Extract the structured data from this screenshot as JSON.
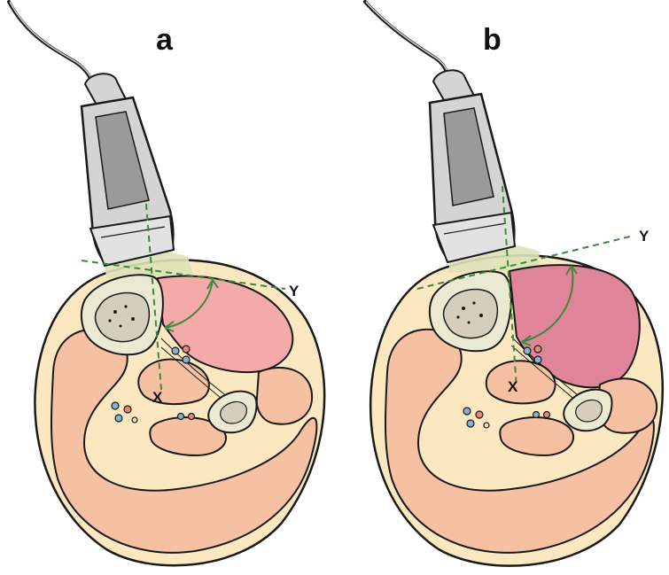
{
  "panels": [
    {
      "id": "a",
      "label": "a",
      "axes": {
        "x_label": "X",
        "y_label": "Y"
      }
    },
    {
      "id": "b",
      "label": "b",
      "axes": {
        "x_label": "X",
        "y_label": "Y"
      }
    }
  ],
  "colors": {
    "skin_fat": "#fbe8c0",
    "muscle": "#f6c0a2",
    "muscle_highlight_a": "#f5aaaa",
    "muscle_highlight_b": "#e08599",
    "bone": "#ece9d2",
    "marrow": "#d5cebd",
    "gel": "#dde1b8",
    "probe": "#d4d4d4",
    "probe_dark": "#9a9a9a",
    "guide_lines": "#3a8a3a",
    "outline": "#1a1a1a",
    "artery": "#e08a75",
    "vein": "#86b2cf"
  }
}
